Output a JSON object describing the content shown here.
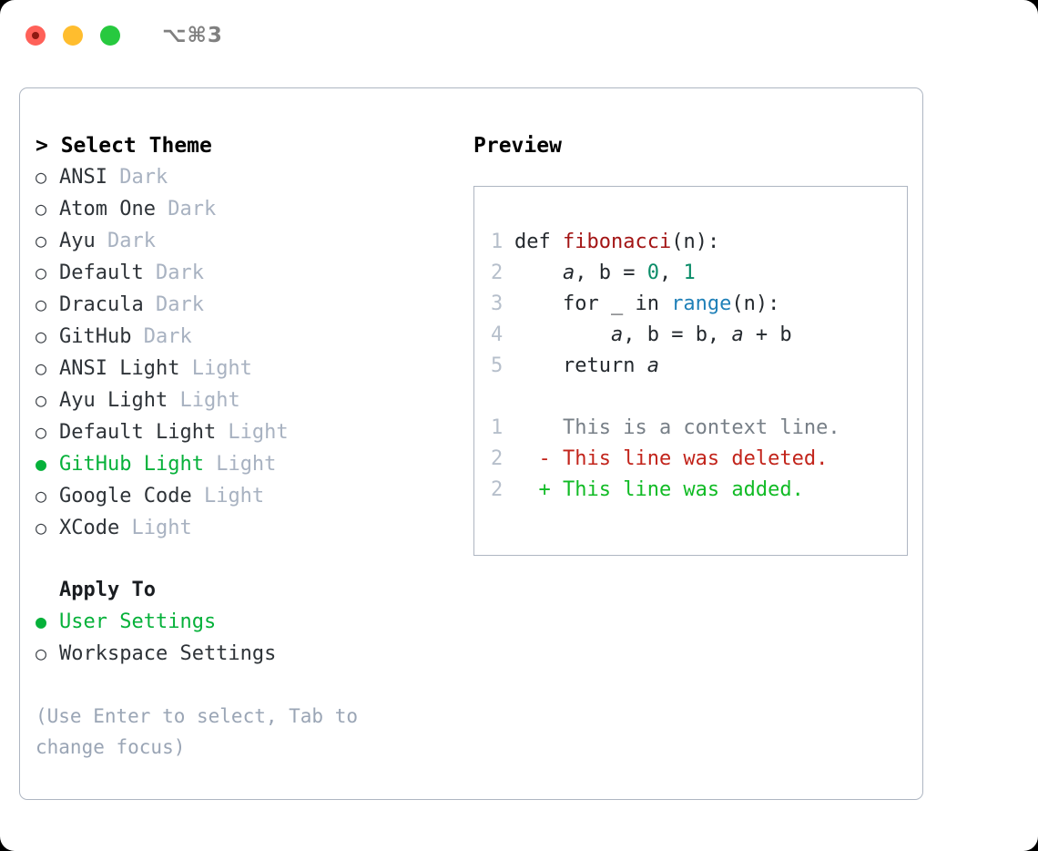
{
  "window": {
    "shortcut": "⌥⌘3",
    "traffic_lights": [
      "close-red",
      "minimize-yellow",
      "zoom-green"
    ]
  },
  "theme_picker": {
    "header": "> Select Theme",
    "bullet_selected": "●",
    "bullet_unselected": "○",
    "items": [
      {
        "label": "ANSI",
        "tag": "Dark",
        "selected": false
      },
      {
        "label": "Atom One",
        "tag": "Dark",
        "selected": false
      },
      {
        "label": "Ayu",
        "tag": "Dark",
        "selected": false
      },
      {
        "label": "Default",
        "tag": "Dark",
        "selected": false
      },
      {
        "label": "Dracula",
        "tag": "Dark",
        "selected": false
      },
      {
        "label": "GitHub",
        "tag": "Dark",
        "selected": false
      },
      {
        "label": "ANSI Light",
        "tag": "Light",
        "selected": false
      },
      {
        "label": "Ayu Light",
        "tag": "Light",
        "selected": false
      },
      {
        "label": "Default Light",
        "tag": "Light",
        "selected": false
      },
      {
        "label": "GitHub Light",
        "tag": "Light",
        "selected": true
      },
      {
        "label": "Google Code",
        "tag": "Light",
        "selected": false
      },
      {
        "label": "XCode",
        "tag": "Light",
        "selected": false
      }
    ]
  },
  "apply_to": {
    "header": "Apply To",
    "options": [
      {
        "label": "User Settings",
        "selected": true
      },
      {
        "label": "Workspace Settings",
        "selected": false
      }
    ]
  },
  "hint": "(Use Enter to select, Tab to change focus)",
  "preview": {
    "header": "Preview",
    "code_lines": [
      {
        "num": "1",
        "tokens": [
          {
            "t": "def ",
            "c": "kw"
          },
          {
            "t": "fibonacci",
            "c": "fn"
          },
          {
            "t": "(n):",
            "c": "kw"
          }
        ]
      },
      {
        "num": "2",
        "tokens": [
          {
            "t": "    ",
            "c": "kw"
          },
          {
            "t": "a",
            "c": "var"
          },
          {
            "t": ", b = ",
            "c": "kw"
          },
          {
            "t": "0",
            "c": "num"
          },
          {
            "t": ", ",
            "c": "kw"
          },
          {
            "t": "1",
            "c": "num"
          }
        ]
      },
      {
        "num": "3",
        "tokens": [
          {
            "t": "    for _ in ",
            "c": "kw"
          },
          {
            "t": "range",
            "c": "builtin"
          },
          {
            "t": "(n):",
            "c": "kw"
          }
        ]
      },
      {
        "num": "4",
        "tokens": [
          {
            "t": "        ",
            "c": "kw"
          },
          {
            "t": "a",
            "c": "var"
          },
          {
            "t": ", b = b, ",
            "c": "kw"
          },
          {
            "t": "a",
            "c": "var"
          },
          {
            "t": " + b",
            "c": "kw"
          }
        ]
      },
      {
        "num": "5",
        "tokens": [
          {
            "t": "    return ",
            "c": "kw"
          },
          {
            "t": "a",
            "c": "var"
          }
        ]
      }
    ],
    "diff_lines": [
      {
        "num": "1",
        "marker": " ",
        "text": "This is a context line.",
        "kind": "diff-ctx"
      },
      {
        "num": "2",
        "marker": "-",
        "text": "This line was deleted.",
        "kind": "diff-del"
      },
      {
        "num": "2",
        "marker": "+",
        "text": "This line was added.",
        "kind": "diff-add"
      }
    ]
  },
  "colors": {
    "accent_green": "#06b13a",
    "muted": "#a8b2c1",
    "border": "#aeb6c2",
    "diff_add": "#11bb25",
    "diff_del": "#c2241b",
    "fn_red": "#a31515",
    "num_teal": "#0a8c68",
    "builtin_blue": "#1f80b8"
  }
}
